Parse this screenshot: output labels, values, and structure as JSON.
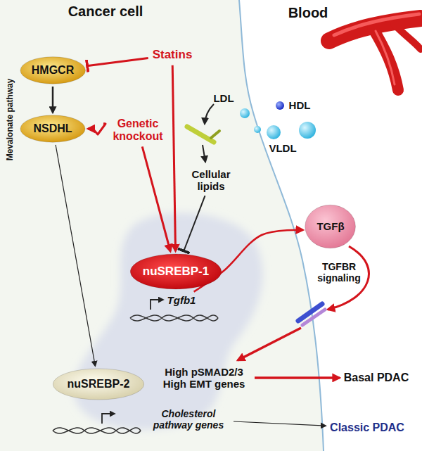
{
  "diagram": {
    "nodes": [
      {
        "text": [
          "Statins"
        ]
      },
      {
        "text": [
          "HMGCR"
        ]
      },
      {
        "text": [
          "Genetic knockout"
        ]
      },
      {
        "text": [
          "NSDHL"
        ]
      },
      {
        "text": [
          "Cellular lipids"
        ]
      },
      {
        "text": [
          "TGFβ"
        ]
      },
      {
        "text": [
          "nuSREBP-1"
        ]
      },
      {
        "text": [
          "Tgfb1"
        ]
      },
      {
        "text": [
          "High pSMAD2/3 High EMT genes"
        ]
      },
      {
        "text": [
          "Basal PDAC"
        ]
      },
      {
        "text": [
          "nuSREBP-2"
        ]
      },
      {
        "text": [
          "Cholesterol pathway genes"
        ]
      },
      {
        "text": [
          "Classic PDAC"
        ]
      }
    ],
    "edges": [
      {
        "from": 1,
        "to": 3,
        "arrow": "to"
      },
      {
        "from": 0,
        "to": 1,
        "arrow": "to"
      },
      {
        "from": 0,
        "to": 6,
        "arrow": "to"
      },
      {
        "from": 2,
        "to": 3,
        "arrow": "to"
      },
      {
        "from": 2,
        "to": 6,
        "arrow": "to"
      },
      {
        "from": 3,
        "to": 10,
        "arrow": "to"
      },
      {
        "from": 4,
        "to": 6,
        "arrow": "to"
      },
      {
        "from": 7,
        "to": 5,
        "arrow": "to"
      },
      {
        "from": 8,
        "to": 9,
        "arrow": "to"
      },
      {
        "from": 11,
        "to": 12,
        "arrow": "to"
      }
    ],
    "labels": [
      "Cancer cell",
      "Blood",
      "Mevalonate pathway",
      "LDL",
      "HDL",
      "VLDL",
      "TGFBR signaling"
    ]
  }
}
